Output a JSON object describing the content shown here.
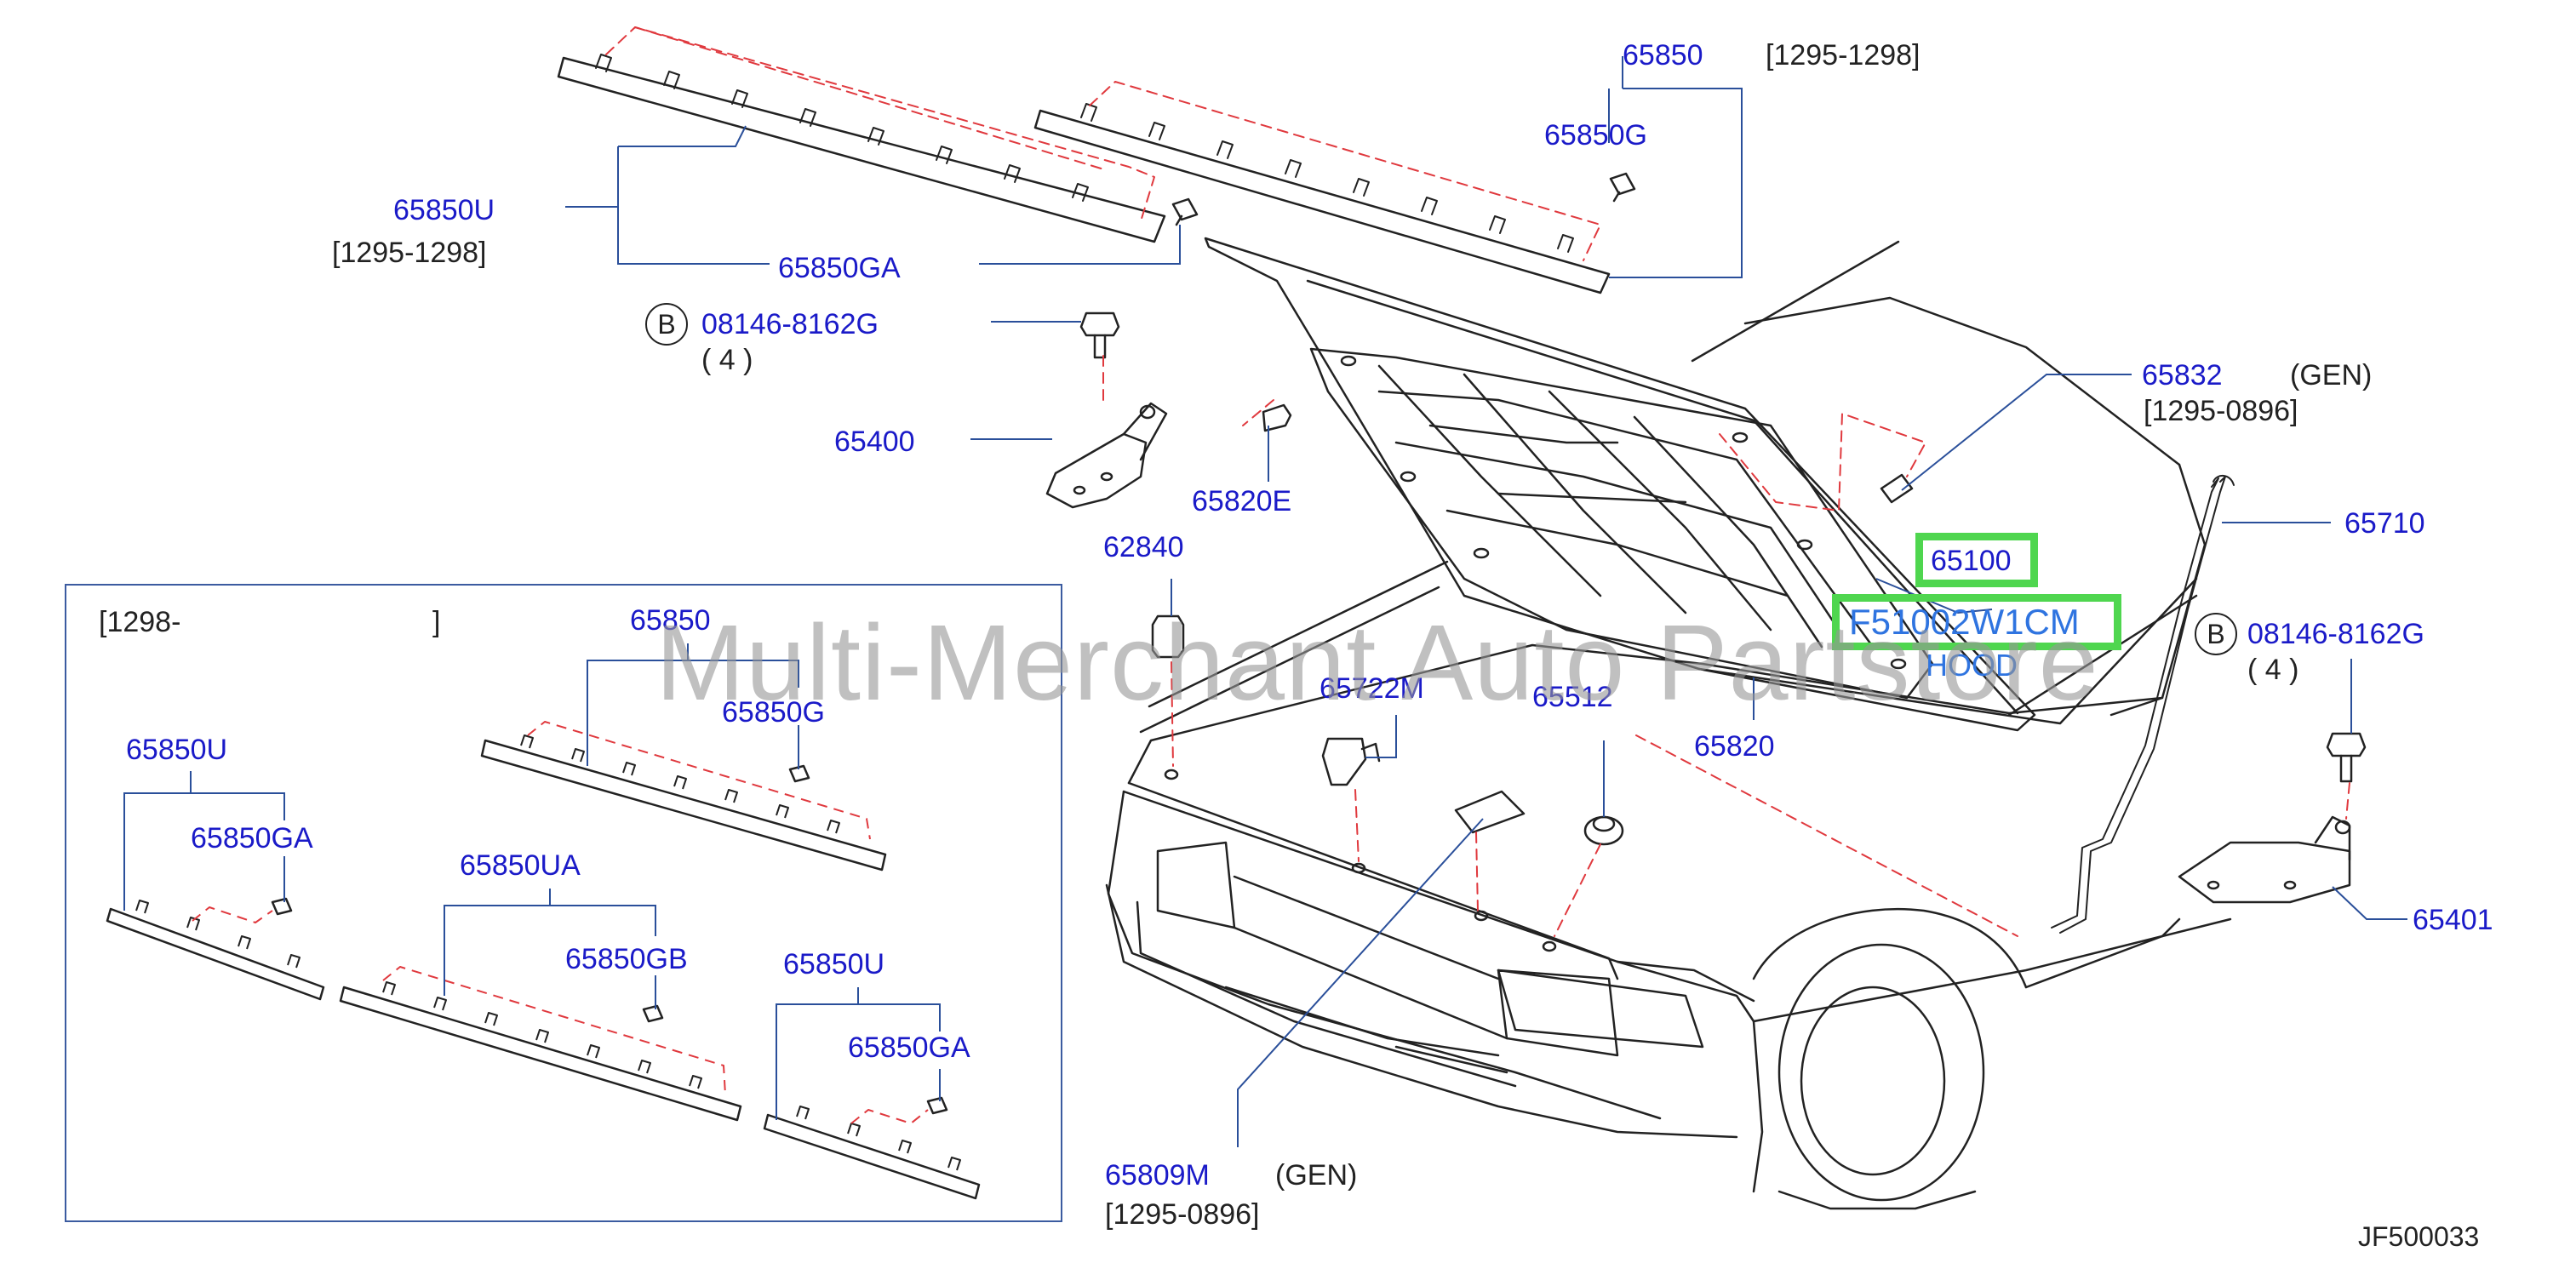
{
  "diagram": {
    "code": "JF500033",
    "watermark": "Multi-Merchant Auto Partstore",
    "highlight_part": "65100",
    "highlight_partnumber": "F51002W1CM",
    "highlight_name": "HOOD",
    "labels": {
      "p65850_top": "65850",
      "r65850_top": "[1295-1298]",
      "p65850G_top": "65850G",
      "p65850U_top": "65850U",
      "r65850U_top": "[1295-1298]",
      "p65850GA_top": "65850GA",
      "bolt1_circle": "B",
      "bolt1_part": "08146-8162G",
      "bolt1_qty": "( 4 )",
      "p65400": "65400",
      "p65820E": "65820E",
      "p65832": "65832",
      "gen_65832": "(GEN)",
      "r65832": "[1295-0896]",
      "p65710": "65710",
      "p62840": "62840",
      "bolt2_circle": "B",
      "bolt2_part": "08146-8162G",
      "bolt2_qty": "( 4 )",
      "p65722M": "65722M",
      "p65512": "65512",
      "p65820": "65820",
      "p65401": "65401",
      "p65809M": "65809M",
      "gen_65809M": "(GEN)",
      "r65809M": "[1295-0896]"
    },
    "inset": {
      "range_start": "[1298-",
      "range_end": "]",
      "p65850": "65850",
      "p65850G": "65850G",
      "p65850U_left": "65850U",
      "p65850GA_left": "65850GA",
      "p65850UA": "65850UA",
      "p65850GB": "65850GB",
      "p65850U_right": "65850U",
      "p65850GA_right": "65850GA"
    },
    "colors": {
      "label_blue": "#1a1ac8",
      "highlight_green": "#4fd64f",
      "highlight_text_blue": "#2f74e0",
      "dashed_red": "#e0393e",
      "leader_blue": "#2a4f9a"
    }
  }
}
